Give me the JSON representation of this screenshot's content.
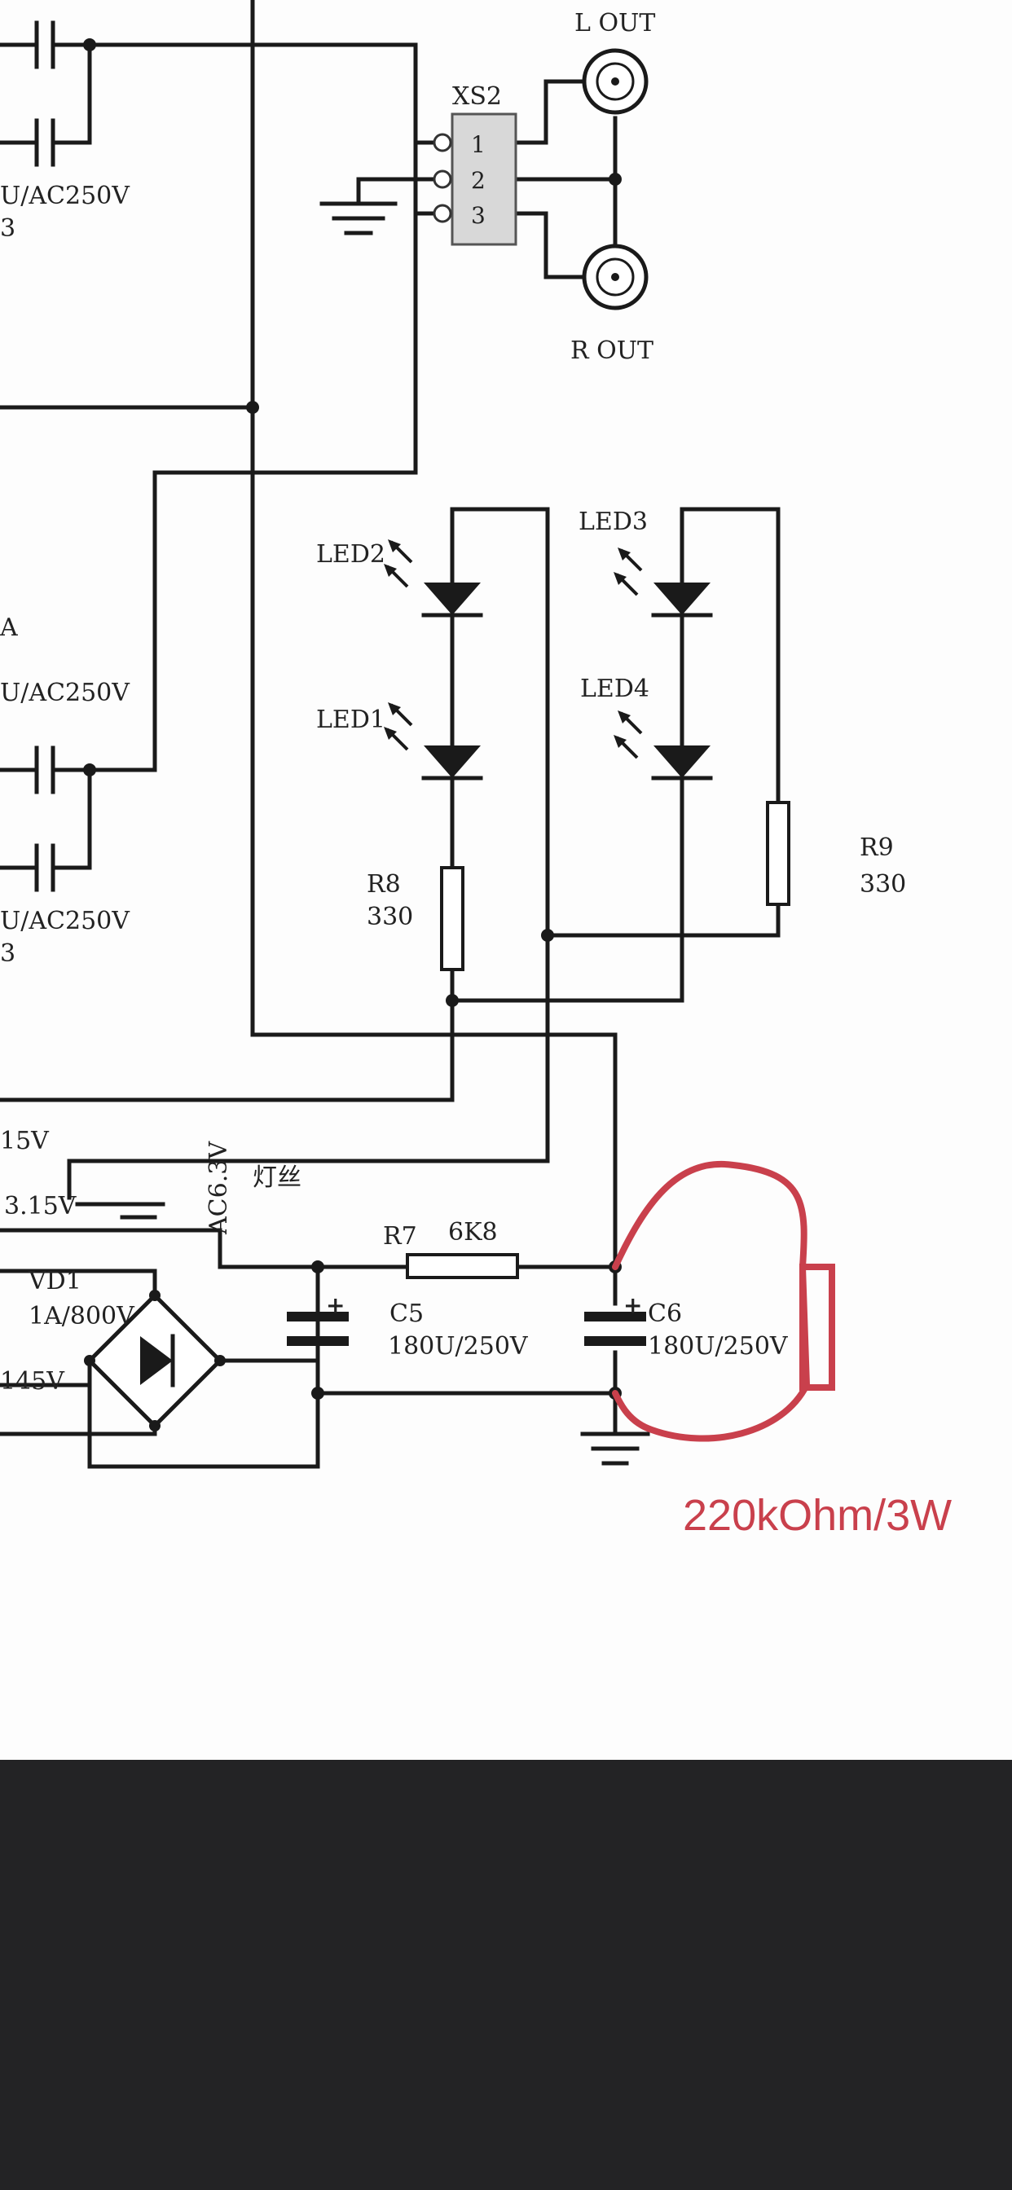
{
  "connector": {
    "ref": "XS2",
    "pins": [
      "1",
      "2",
      "3"
    ],
    "left_out": "L OUT",
    "right_out": "R OUT"
  },
  "left_partial_labels": {
    "cap_top": "U/AC250V",
    "cap_top_suffix": "3",
    "misc_a": "A",
    "cap_mid": "U/AC250V",
    "cap_bot": "U/AC250V",
    "cap_bot_suffix": "3",
    "v_15": "15V",
    "v_315": "3.15V",
    "v_145": "145V"
  },
  "leds": [
    {
      "ref": "LED2"
    },
    {
      "ref": "LED1"
    },
    {
      "ref": "LED3"
    },
    {
      "ref": "LED4"
    }
  ],
  "resistors": {
    "r8": {
      "ref": "R8",
      "value": "330"
    },
    "r9": {
      "ref": "R9",
      "value": "330"
    },
    "r7": {
      "ref": "R7",
      "value": "6K8"
    }
  },
  "capacitors": {
    "c5": {
      "ref": "C5",
      "value": "180U/250V"
    },
    "c6": {
      "ref": "C6",
      "value": "180U/250V"
    }
  },
  "bridge": {
    "ref": "VD1",
    "rating": "1A/800V"
  },
  "filament": {
    "voltage": "AC6.3V",
    "label": "灯丝"
  },
  "annotation": {
    "text": "220kOhm/3W",
    "color": "#c9404c"
  },
  "colors": {
    "background": "#fdfdfd",
    "footer": "#232325",
    "wire": "#1a1a1a",
    "annotation": "#c9404c"
  }
}
